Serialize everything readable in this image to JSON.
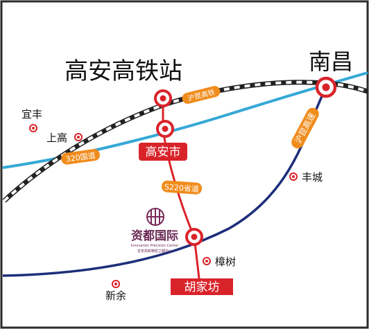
{
  "stations": {
    "gaoan_hsr": "高安高铁站",
    "nanchang": "南昌",
    "gaoan_city": "高安市",
    "hujiafang": "胡家坊"
  },
  "cities": {
    "yifeng": "宜丰",
    "shanggao": "上高",
    "fengcheng": "丰城",
    "zhangshu": "樟树",
    "xinyu": "新余"
  },
  "roads": {
    "hukun_rail": "沪昆高铁",
    "g320": "320国道",
    "s220": "S220省道",
    "hukun_expressway": "沪昆高速"
  },
  "logo": {
    "name": "资都国际",
    "subtitle_en": "Innovation Precision Center",
    "subtitle_cn": "吉安高新精密之都中心"
  },
  "colors": {
    "border": "#2b2b2b",
    "blue_road": "#35a8d6",
    "navy_road": "#1d2f7a",
    "red_road": "#d9232a",
    "orange_label": "#f08c1c",
    "rail_dash": "#222222",
    "label_bg_red": "#d9232a"
  }
}
